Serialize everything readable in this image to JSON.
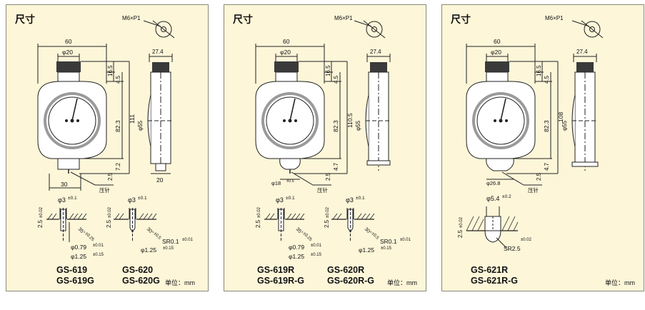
{
  "colors": {
    "panel_bg": "#fdf6d9",
    "line": "#222222",
    "dial_ring": "#9a9a9a",
    "knurl": "#333333"
  },
  "panels": [
    {
      "title": "尺寸",
      "thread": "M6×P1",
      "dims": {
        "width": "60",
        "neck": "φ20",
        "depth": "27.4",
        "top": "16.5",
        "gap": "4.5",
        "total": "111",
        "body": "82.3",
        "dial": "φ55",
        "bottom_a": "2.5",
        "bottom_b": "7.2",
        "base": "30",
        "thickness": "20",
        "indenter": "压针"
      },
      "detail_a": {
        "dia": "φ3",
        "dia_tol": "±0.1",
        "height": "2.5",
        "height_tol": "±0.02",
        "angle": "35°",
        "angle_tol": "±0.25",
        "tip": "φ0.79",
        "tip_tol": "±0.01",
        "base": "φ1.25",
        "base_tol": "±0.15"
      },
      "detail_b": {
        "dia": "φ3",
        "dia_tol": "±0.1",
        "height": "2.5",
        "height_tol": "±0.02",
        "angle": "30°",
        "angle_tol": "±0.5",
        "tip": "SR0.1",
        "tip_tol": "±0.01",
        "base": "φ1.25",
        "base_tol": "±0.15"
      },
      "models": {
        "left_1": "GS-619",
        "left_2": "GS-619G",
        "right_1": "GS-620",
        "right_2": "GS-620G"
      },
      "unit": "单位：mm"
    },
    {
      "title": "尺寸",
      "thread": "M6×P1",
      "dims": {
        "width": "60",
        "neck": "φ20",
        "depth": "27.4",
        "top": "16.5",
        "gap": "4.5",
        "total": "110.5",
        "body": "82.3",
        "dial": "φ55",
        "bottom_a": "2.5",
        "bottom_b": "4.7",
        "base": "φ18",
        "base_tol": "±0.5",
        "indenter": "压针"
      },
      "detail_a": {
        "dia": "φ3",
        "dia_tol": "±0.1",
        "height": "2.5",
        "height_tol": "±0.02",
        "angle": "35°",
        "angle_tol": "±0.25",
        "tip": "φ0.79",
        "tip_tol": "±0.01",
        "base": "φ1.25",
        "base_tol": "±0.15"
      },
      "detail_b": {
        "dia": "φ3",
        "dia_tol": "±0.1",
        "height": "2.5",
        "height_tol": "±0.02",
        "angle": "30°",
        "angle_tol": "±0.5",
        "tip": "SR0.1",
        "tip_tol": "±0.01",
        "base": "φ1.25",
        "base_tol": "±0.15"
      },
      "models": {
        "left_1": "GS-619R",
        "left_2": "GS-619R-G",
        "right_1": "GS-620R",
        "right_2": "GS-620R-G"
      },
      "unit": "单位：mm"
    },
    {
      "title": "尺寸",
      "thread": "M6×P1",
      "dims": {
        "width": "60",
        "neck": "φ20",
        "depth": "27.4",
        "top": "16.5",
        "gap": "4.5",
        "total": "108",
        "body": "82.3",
        "dial": "φ55",
        "bottom_a": "2.5",
        "bottom_b": "4.7",
        "base": "φ26.8",
        "indenter": "压针"
      },
      "detail": {
        "dia": "φ5.4",
        "dia_tol": "±0.2",
        "height": "2.5",
        "height_tol": "±0.02",
        "tip": "SR2.5",
        "tip_tol": "±0.02"
      },
      "models": {
        "line_1": "GS-621R",
        "line_2": "GS-621R-G"
      },
      "unit": "单位：mm"
    }
  ]
}
